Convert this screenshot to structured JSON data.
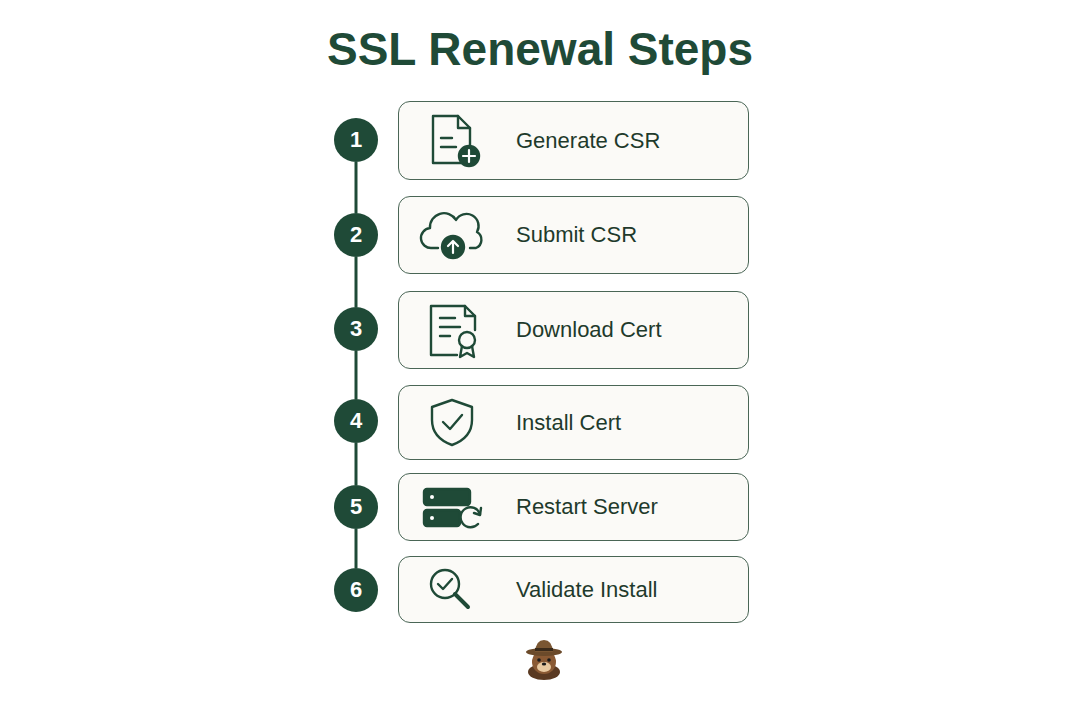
{
  "diagram": {
    "title": "SSL Renewal Steps",
    "nodes": [
      {
        "text": [
          "1"
        ]
      },
      {
        "text": [
          "Generate CSR"
        ]
      },
      {
        "text": [
          "2"
        ]
      },
      {
        "text": [
          "Submit CSR"
        ]
      },
      {
        "text": [
          "3"
        ]
      },
      {
        "text": [
          "Download Cert"
        ]
      },
      {
        "text": [
          "4"
        ]
      },
      {
        "text": [
          "Install Cert"
        ]
      },
      {
        "text": [
          "5"
        ]
      },
      {
        "text": [
          "Restart Server"
        ]
      },
      {
        "text": [
          "6"
        ]
      },
      {
        "text": [
          "Validate Install"
        ]
      }
    ],
    "edges": [
      {
        "from": 0,
        "to": 2,
        "arrow": "none"
      },
      {
        "from": 2,
        "to": 4,
        "arrow": "none"
      },
      {
        "from": 4,
        "to": 6,
        "arrow": "none"
      },
      {
        "from": 6,
        "to": 8,
        "arrow": "none"
      },
      {
        "from": 8,
        "to": 10,
        "arrow": "none"
      }
    ],
    "labels": [
      "OtterWatch"
    ]
  }
}
